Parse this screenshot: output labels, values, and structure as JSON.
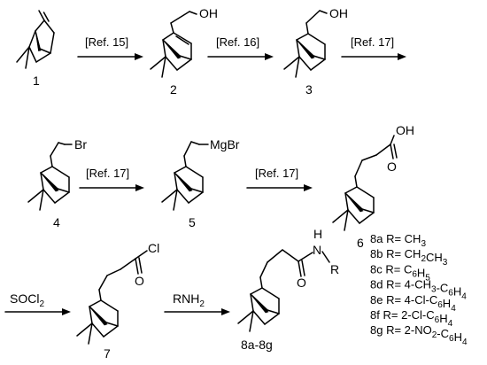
{
  "compounds": {
    "c1": "1",
    "c2": "2",
    "c3": "3",
    "c4": "4",
    "c5": "5",
    "c6": "6",
    "c7": "7",
    "c8": "8a-8g"
  },
  "atoms": {
    "oh": "OH",
    "br": "Br",
    "mgbr": "MgBr",
    "o": "O",
    "cl": "Cl",
    "h": "H",
    "n": "N",
    "r": "R"
  },
  "reagents": {
    "step1": "[Ref. 15]",
    "step2": "[Ref. 16]",
    "step3": "[Ref. 17]",
    "step4": "[Ref. 17]",
    "step5": "[Ref. 17]",
    "step6_main": "SOCl",
    "step6_sub": "2",
    "step7_main": "RNH",
    "step7_sub": "2"
  },
  "substituents": [
    {
      "id": "8a",
      "prefix": "R= ",
      "parts": [
        [
          "CH",
          "3",
          ""
        ]
      ]
    },
    {
      "id": "8b",
      "prefix": "R= ",
      "parts": [
        [
          "CH",
          "2",
          ""
        ],
        [
          "CH",
          "3",
          ""
        ]
      ]
    },
    {
      "id": "8c",
      "prefix": "R= ",
      "parts": [
        [
          "C",
          "6",
          ""
        ],
        [
          "H",
          "5",
          ""
        ]
      ]
    },
    {
      "id": "8d",
      "prefix": "R= ",
      "parts": [
        [
          "4-CH",
          "3",
          ""
        ],
        [
          "-C",
          "6",
          ""
        ],
        [
          "H",
          "4",
          ""
        ]
      ]
    },
    {
      "id": "8e",
      "prefix": "R= ",
      "parts": [
        [
          "4-Cl-C",
          "6",
          ""
        ],
        [
          "H",
          "4",
          ""
        ]
      ]
    },
    {
      "id": "8f",
      "prefix": "R= ",
      "parts": [
        [
          "2-Cl-C",
          "6",
          ""
        ],
        [
          "H",
          "4",
          ""
        ]
      ]
    },
    {
      "id": "8g",
      "prefix": "R= ",
      "parts": [
        [
          "2-NO",
          "2",
          ""
        ],
        [
          "-C",
          "6",
          ""
        ],
        [
          "H",
          "4",
          ""
        ]
      ]
    }
  ]
}
